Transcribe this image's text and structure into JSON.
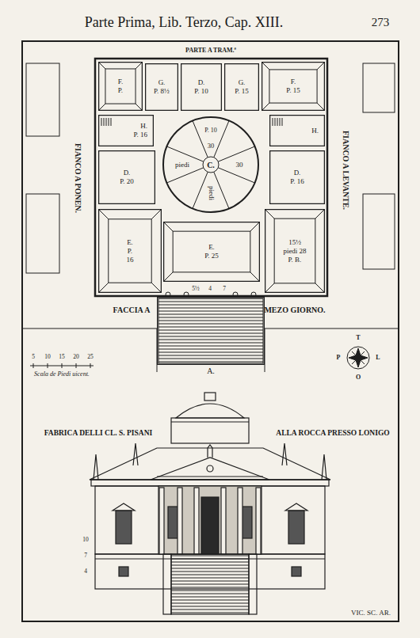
{
  "diagram": {
    "nodes": [
      {
        "text": [
          "F.",
          "P."
        ]
      },
      {
        "text": [
          "G.",
          "P. 8½"
        ]
      },
      {
        "text": [
          "D.",
          "P. 10"
        ]
      },
      {
        "text": [
          "G.",
          "P. 15"
        ]
      },
      {
        "text": [
          "F.",
          "P. 15"
        ]
      },
      {
        "text": [
          "H.",
          "P. 16"
        ]
      },
      {
        "text": [
          "H."
        ]
      },
      {
        "text": [
          "D.",
          "P. 20"
        ]
      },
      {
        "text": [
          "C.",
          "P. 10",
          "30",
          "piedi",
          "30",
          "piedi"
        ]
      },
      {
        "text": [
          "D.",
          "P. 16"
        ]
      },
      {
        "text": [
          "E.",
          "P.",
          "16"
        ]
      },
      {
        "text": [
          "E.",
          "P. 25"
        ]
      },
      {
        "text": [
          "15½",
          "piedi 28",
          "P. B."
        ]
      },
      {
        "text": [
          "A."
        ]
      }
    ],
    "labels": [
      "Parte Prima, Lib. Terzo, Cap. XIII.",
      "273",
      "PARTE A TRAM.ª",
      "FIANCO A PONEN.",
      "FIANCO A LEVANTE.",
      "FACCIA A",
      "MEZO GIORNO.",
      "5",
      "10",
      "15",
      "20",
      "25",
      "Scala de Piedi uicent.",
      "T",
      "L",
      "O",
      "P",
      "FABRICA DELLI CL. S. PISANI",
      "ALLA ROCCA PRESSO LONIGO",
      "5½",
      "4",
      "7",
      "10",
      "7",
      "4",
      "VIC. SC. AR."
    ]
  }
}
